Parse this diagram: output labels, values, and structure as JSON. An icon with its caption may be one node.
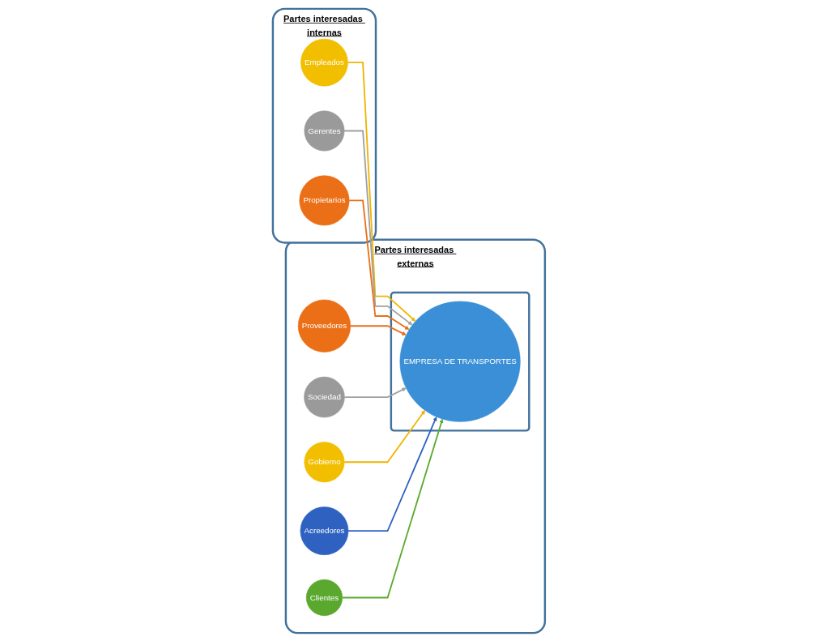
{
  "diagram": {
    "nodes": [
      {
        "text": [
          "Partes interesadas internas"
        ]
      },
      {
        "text": [
          "Empleados"
        ],
        "in": 0
      },
      {
        "text": [
          "Gerentes"
        ],
        "in": 0
      },
      {
        "text": [
          "Propietarios"
        ],
        "in": 0
      },
      {
        "text": [
          "Partes interesadas externas"
        ]
      },
      {
        "text": [
          "Proveedores"
        ],
        "in": 4
      },
      {
        "text": [
          "Sociedad"
        ],
        "in": 4
      },
      {
        "text": [],
        "shape": "box",
        "in": 4
      },
      {
        "text": [
          "EMPRESA DE TRANSPORTES"
        ],
        "in": 7
      },
      {
        "text": [
          "Gobierno"
        ],
        "in": 4
      },
      {
        "text": [
          "Acreedores"
        ],
        "in": 4
      },
      {
        "text": [
          "Clientes"
        ],
        "in": 4
      }
    ],
    "edges": [
      {
        "from": 1,
        "to": 8,
        "arrow": "to",
        "color": "#f0b400"
      },
      {
        "from": 2,
        "to": 8,
        "arrow": "to",
        "color": "#a0a0a0"
      },
      {
        "from": 3,
        "to": 8,
        "arrow": "to",
        "color": "#e8701a"
      },
      {
        "from": 5,
        "to": 8,
        "arrow": "to",
        "color": "#e8701a"
      },
      {
        "from": 6,
        "to": 8,
        "arrow": "to",
        "color": "#a0a0a0"
      },
      {
        "from": 9,
        "to": 8,
        "arrow": "to",
        "color": "#f0b400"
      },
      {
        "from": 10,
        "to": 8,
        "arrow": "to",
        "color": "#2f62c0"
      },
      {
        "from": 11,
        "to": 8,
        "arrow": "to",
        "color": "#5aa82e"
      }
    ]
  }
}
